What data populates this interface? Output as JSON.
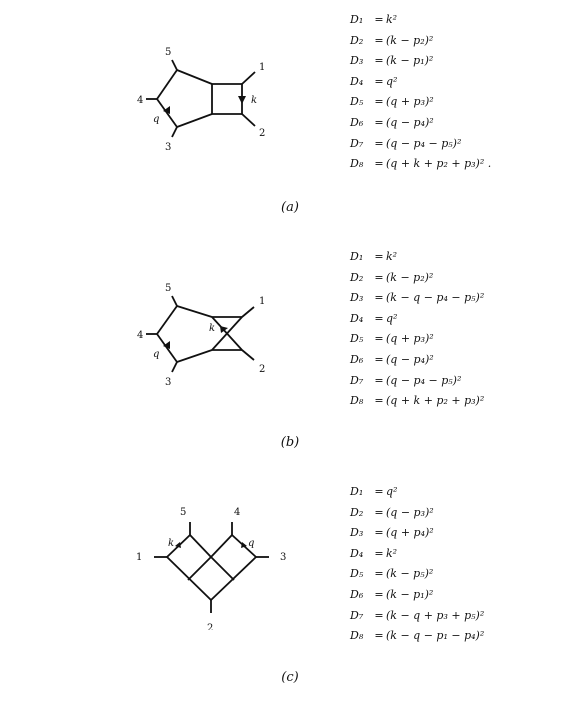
{
  "panels": [
    {
      "caption": "(a)",
      "labels": {
        "n1": "1",
        "n2": "2",
        "n3": "3",
        "n4": "4",
        "n5": "5",
        "k": "k",
        "q": "q"
      },
      "equations": [
        {
          "lhs": "D₁",
          "rhs": "k²"
        },
        {
          "lhs": "D₂",
          "rhs": "(k − p₂)²"
        },
        {
          "lhs": "D₃",
          "rhs": "(k − p₁)²"
        },
        {
          "lhs": "D₄",
          "rhs": "q²"
        },
        {
          "lhs": "D₅",
          "rhs": "(q + p₃)²"
        },
        {
          "lhs": "D₆",
          "rhs": "(q − p₄)²"
        },
        {
          "lhs": "D₇",
          "rhs": "(q − p₄ − p₅)²"
        },
        {
          "lhs": "D₈",
          "rhs": "(q + k + p₂ + p₃)² ."
        }
      ]
    },
    {
      "caption": "(b)",
      "labels": {
        "n1": "1",
        "n2": "2",
        "n3": "3",
        "n4": "4",
        "n5": "5",
        "k": "k",
        "q": "q"
      },
      "equations": [
        {
          "lhs": "D₁",
          "rhs": "k²"
        },
        {
          "lhs": "D₂",
          "rhs": "(k − p₂)²"
        },
        {
          "lhs": "D₃",
          "rhs": "(k − q − p₄ − p₅)²"
        },
        {
          "lhs": "D₄",
          "rhs": "q²"
        },
        {
          "lhs": "D₅",
          "rhs": "(q + p₃)²"
        },
        {
          "lhs": "D₆",
          "rhs": "(q − p₄)²"
        },
        {
          "lhs": "D₇",
          "rhs": "(q − p₄ − p₅)²"
        },
        {
          "lhs": "D₈",
          "rhs": "(q + k + p₂ + p₃)²"
        }
      ]
    },
    {
      "caption": "(c)",
      "labels": {
        "n1": "1",
        "n2": "2",
        "n3": "3",
        "n4": "4",
        "n5": "5",
        "k": "k",
        "q": "q"
      },
      "equations": [
        {
          "lhs": "D₁",
          "rhs": "q²"
        },
        {
          "lhs": "D₂",
          "rhs": "(q − p₃)²"
        },
        {
          "lhs": "D₃",
          "rhs": "(q + p₄)²"
        },
        {
          "lhs": "D₄",
          "rhs": "k²"
        },
        {
          "lhs": "D₅",
          "rhs": "(k − p₅)²"
        },
        {
          "lhs": "D₆",
          "rhs": "(k − p₁)²"
        },
        {
          "lhs": "D₇",
          "rhs": "(k − q + p₃ + p₅)²"
        },
        {
          "lhs": "D₈",
          "rhs": "(k − q − p₁ − p₄)²"
        }
      ]
    }
  ]
}
